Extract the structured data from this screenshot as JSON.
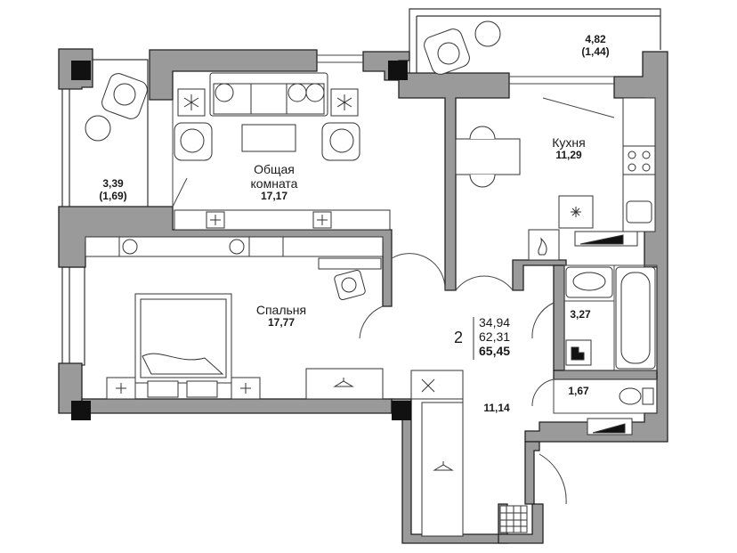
{
  "rooms": {
    "living": {
      "name_line1": "Общая",
      "name_line2": "комната",
      "area": "17,17"
    },
    "bedroom": {
      "name": "Спальня",
      "area": "17,77"
    },
    "kitchen": {
      "name": "Кухня",
      "area": "11,29"
    },
    "bathroom": {
      "area": "3,27"
    },
    "wc": {
      "area": "1,67"
    },
    "hall": {
      "area": "11,14"
    },
    "balcony_left": {
      "area": "3,39",
      "coef_area": "(1,69)"
    },
    "balcony_top": {
      "area": "4,82",
      "coef_area": "(1,44)"
    }
  },
  "summary": {
    "rooms_count": "2",
    "living_area": "34,94",
    "total_area": "62,31",
    "total_with_balconies": "65,45"
  },
  "colors": {
    "wall_fill": "#9a9a9a",
    "wall_stroke": "#222222",
    "column": "#111111",
    "line": "#333333"
  },
  "icons": [
    "armchair-icon",
    "sofa-icon",
    "plant-icon",
    "coffee-table-icon",
    "tv-stand-icon",
    "double-bed-icon",
    "nightstand-icon",
    "desk-icon",
    "office-chair-icon",
    "wardrobe-icon",
    "hanger-icon",
    "dining-table-icon",
    "stove-icon",
    "sink-icon",
    "fridge-icon",
    "boiler-icon",
    "bathtub-icon",
    "washing-machine-icon",
    "toilet-icon",
    "ventilation-shaft-icon",
    "tools-icon",
    "shoe-rack-icon",
    "radiator-icon",
    "round-table-icon"
  ]
}
